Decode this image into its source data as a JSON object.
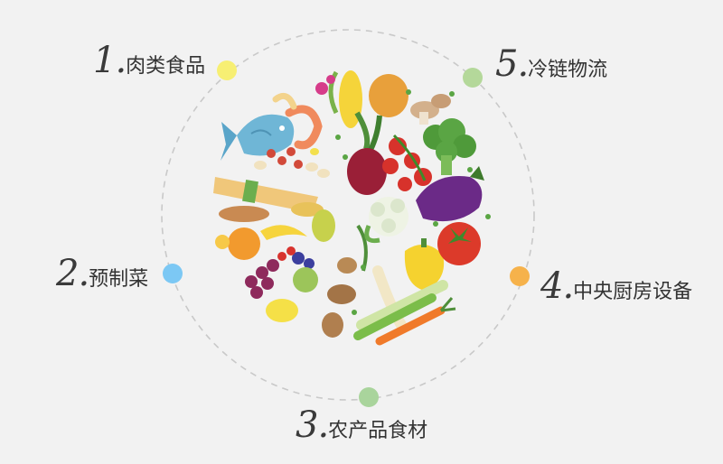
{
  "colors": {
    "ring": "#c8c8c8",
    "node_yellow": "#f7ef73",
    "node_blue": "#7cc8f4",
    "node_green_light": "#b4d89a",
    "node_green": "#a9d49c",
    "node_orange": "#f6b24b"
  },
  "categories": [
    {
      "num": "1.",
      "label": "肉类食品",
      "node_icon": "yellow-dot"
    },
    {
      "num": "2.",
      "label": "预制菜",
      "node_icon": "blue-dot"
    },
    {
      "num": "3.",
      "label": "农产品食材",
      "node_icon": "green-dot"
    },
    {
      "num": "4.",
      "label": "中央厨房设备",
      "node_icon": "orange-dot"
    },
    {
      "num": "5.",
      "label": "冷链物流",
      "node_icon": "light-green-dot"
    }
  ],
  "illustration": {
    "icon": "food-plate-illustration"
  }
}
